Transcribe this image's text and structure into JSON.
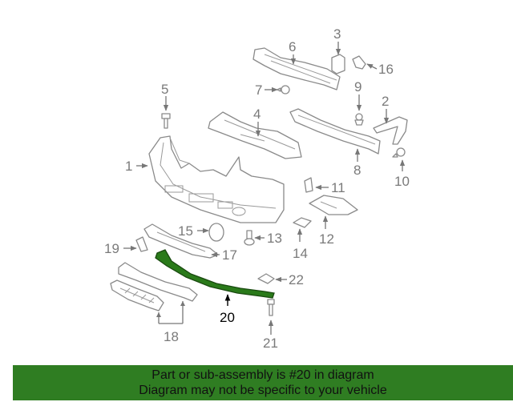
{
  "diagram": {
    "callouts": {
      "c1": "1",
      "c2": "2",
      "c3": "3",
      "c4": "4",
      "c5": "5",
      "c6": "6",
      "c7": "7",
      "c8": "8",
      "c9": "9",
      "c10": "10",
      "c11": "11",
      "c12": "12",
      "c13": "13",
      "c14": "14",
      "c15": "15",
      "c16": "16",
      "c17": "17",
      "c18": "18",
      "c19": "19",
      "c20": "20",
      "c21": "21",
      "c22": "22"
    },
    "highlight_color": "#2a7a1a"
  },
  "banner": {
    "line1": "Part or sub-assembly is #20 in diagram",
    "line2": "Diagram may not be specific to your vehicle",
    "background": "#2f7d22"
  }
}
